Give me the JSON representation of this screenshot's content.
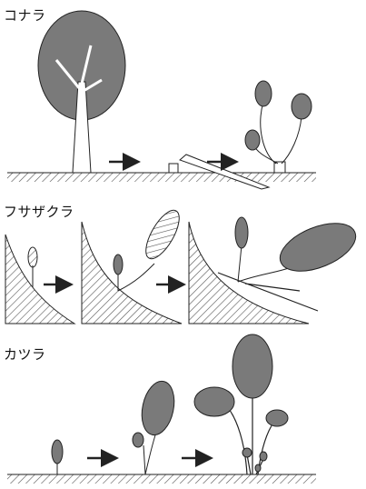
{
  "rows": [
    {
      "label": "コナラ"
    },
    {
      "label": "フサザクラ"
    },
    {
      "label": "カツラ"
    }
  ],
  "colors": {
    "leaf": "#7a7a7a",
    "ink": "#222222",
    "hatch": "#555555",
    "paper": "#ffffff"
  }
}
